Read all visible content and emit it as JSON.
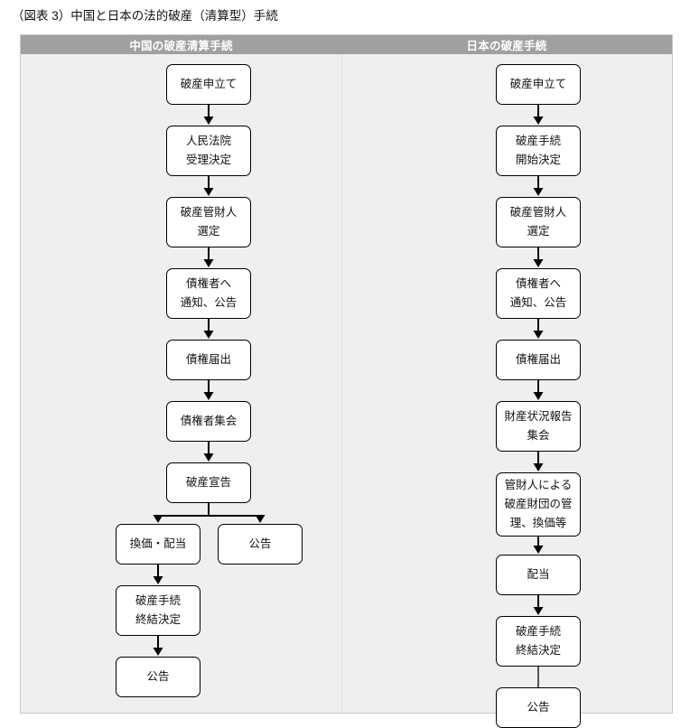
{
  "figure": {
    "title": "（図表 3）中国と日本の法的破産（清算型）手続"
  },
  "columns": [
    {
      "id": "china",
      "header": "中国の破産清算手続"
    },
    {
      "id": "japan",
      "header": "日本の破産手続"
    }
  ],
  "colors": {
    "header_bar": "#a0a0a0",
    "header_text": "#ffffff",
    "panel_background": "#efefef",
    "panel_border": "#c9c9c9",
    "column_divider": "#dcdcdc",
    "node_fill": "#ffffff",
    "node_border": "#000000",
    "connector": "#000000"
  },
  "china_flow": {
    "nodes": [
      {
        "id": "cn-1",
        "lines": [
          "破産申立て"
        ]
      },
      {
        "id": "cn-2",
        "lines": [
          "人民法院",
          "受理決定"
        ]
      },
      {
        "id": "cn-3",
        "lines": [
          "破産管財人",
          "選定"
        ]
      },
      {
        "id": "cn-4",
        "lines": [
          "債権者へ",
          "通知、公告"
        ]
      },
      {
        "id": "cn-5",
        "lines": [
          "債権届出"
        ]
      },
      {
        "id": "cn-6",
        "lines": [
          "債権者集会"
        ]
      },
      {
        "id": "cn-7",
        "lines": [
          "破産宣告"
        ]
      },
      {
        "id": "cn-8",
        "lines": [
          "換価・配当"
        ]
      },
      {
        "id": "cn-9",
        "lines": [
          "公告"
        ]
      },
      {
        "id": "cn-10",
        "lines": [
          "破産手続",
          "終結決定"
        ]
      },
      {
        "id": "cn-11",
        "lines": [
          "公告"
        ]
      }
    ],
    "edges": [
      {
        "from": "cn-1",
        "to": "cn-2",
        "arrow": true
      },
      {
        "from": "cn-2",
        "to": "cn-3",
        "arrow": true
      },
      {
        "from": "cn-3",
        "to": "cn-4",
        "arrow": true
      },
      {
        "from": "cn-4",
        "to": "cn-5",
        "arrow": true
      },
      {
        "from": "cn-5",
        "to": "cn-6",
        "arrow": true
      },
      {
        "from": "cn-6",
        "to": "cn-7",
        "arrow": true
      },
      {
        "from": "cn-7",
        "to": "cn-8",
        "arrow": true,
        "branch": true
      },
      {
        "from": "cn-7",
        "to": "cn-9",
        "arrow": true,
        "branch": true
      },
      {
        "from": "cn-8",
        "to": "cn-10",
        "arrow": true
      },
      {
        "from": "cn-10",
        "to": "cn-11",
        "arrow": true
      }
    ]
  },
  "japan_flow": {
    "nodes": [
      {
        "id": "jp-1",
        "lines": [
          "破産申立て"
        ]
      },
      {
        "id": "jp-2",
        "lines": [
          "破産手続",
          "開始決定"
        ]
      },
      {
        "id": "jp-3",
        "lines": [
          "破産管財人",
          "選定"
        ]
      },
      {
        "id": "jp-4",
        "lines": [
          "債権者へ",
          "通知、公告"
        ]
      },
      {
        "id": "jp-5",
        "lines": [
          "債権届出"
        ]
      },
      {
        "id": "jp-6",
        "lines": [
          "財産状況報告",
          "集会"
        ]
      },
      {
        "id": "jp-7",
        "lines": [
          "管財人による",
          "破産財団の管",
          "理、換価等"
        ]
      },
      {
        "id": "jp-8",
        "lines": [
          "配当"
        ]
      },
      {
        "id": "jp-9",
        "lines": [
          "破産手続",
          "終結決定"
        ]
      },
      {
        "id": "jp-10",
        "lines": [
          "公告"
        ]
      }
    ],
    "edges": [
      {
        "from": "jp-1",
        "to": "jp-2",
        "arrow": true
      },
      {
        "from": "jp-2",
        "to": "jp-3",
        "arrow": true
      },
      {
        "from": "jp-3",
        "to": "jp-4",
        "arrow": true
      },
      {
        "from": "jp-4",
        "to": "jp-5",
        "arrow": true
      },
      {
        "from": "jp-5",
        "to": "jp-6",
        "arrow": true
      },
      {
        "from": "jp-6",
        "to": "jp-7",
        "arrow": true
      },
      {
        "from": "jp-7",
        "to": "jp-8",
        "arrow": true
      },
      {
        "from": "jp-8",
        "to": "jp-9",
        "arrow": true
      },
      {
        "from": "jp-9",
        "to": "jp-10",
        "arrow": false
      }
    ]
  }
}
